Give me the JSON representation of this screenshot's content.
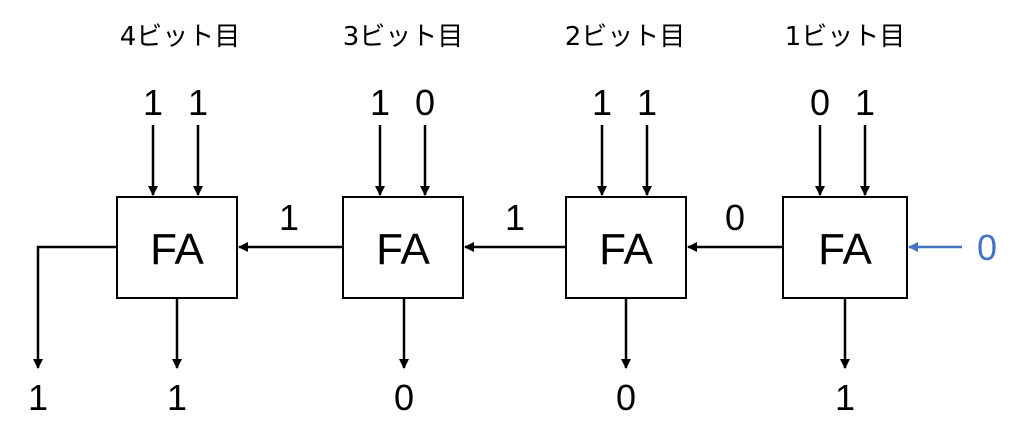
{
  "headers": [
    "4ビット目",
    "3ビット目",
    "2ビット目",
    "1ビット目"
  ],
  "adders": [
    {
      "label": "FA",
      "inputs": [
        "1",
        "1"
      ],
      "output": "1",
      "carry_in": "1"
    },
    {
      "label": "FA",
      "inputs": [
        "1",
        "0"
      ],
      "output": "0",
      "carry_in": "1"
    },
    {
      "label": "FA",
      "inputs": [
        "1",
        "1"
      ],
      "output": "0",
      "carry_in": "0"
    },
    {
      "label": "FA",
      "inputs": [
        "0",
        "1"
      ],
      "output": "1",
      "carry_in": "0"
    }
  ],
  "final_carry_out": "1",
  "initial_carry_in": "0",
  "colors": {
    "carry_in": "#4472c4",
    "line": "#000000"
  }
}
